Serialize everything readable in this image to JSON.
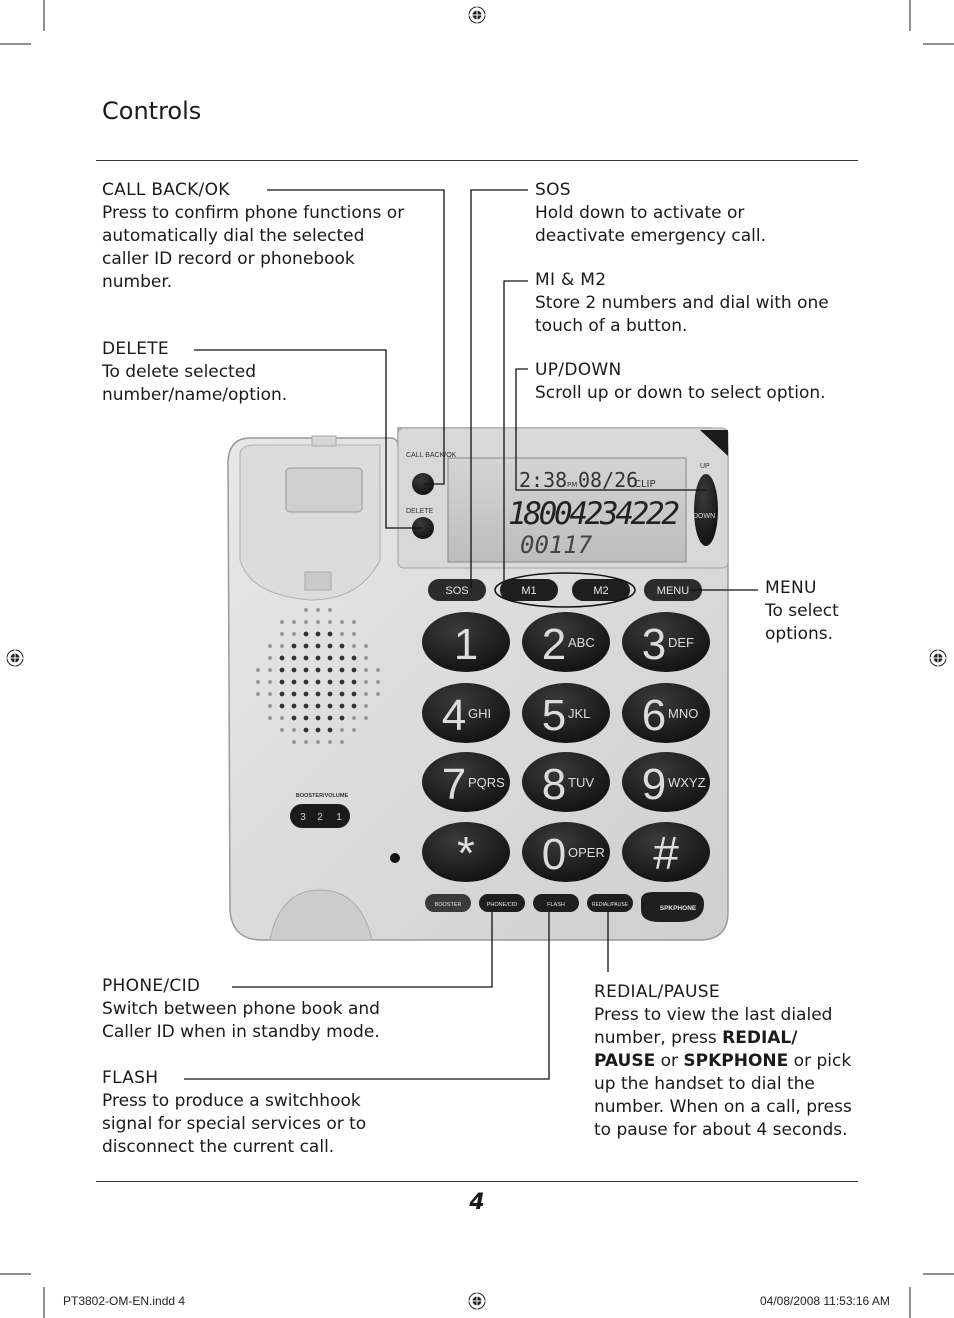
{
  "page": {
    "title": "Controls",
    "page_number": "4"
  },
  "labels": {
    "callback": {
      "head": "CALL BACK/OK",
      "body": "Press to confirm phone functions or automatically dial the selected caller ID record or phonebook number."
    },
    "delete": {
      "head": "DELETE",
      "body": "To delete selected number/name/option."
    },
    "sos": {
      "head": "SOS",
      "body": "Hold down to activate or deactivate emergency call."
    },
    "m1m2": {
      "head": "MI & M2",
      "body": "Store 2 numbers and dial with one touch of a button."
    },
    "updown": {
      "head": "UP/DOWN",
      "body": "Scroll up or down to select option."
    },
    "menu": {
      "head": "MENU",
      "body": "To select options."
    },
    "phonecid": {
      "head": "PHONE/CID",
      "body": "Switch between phone book and Caller ID when in standby mode."
    },
    "flash": {
      "head": "FLASH",
      "body": "Press to produce a switchhook signal for special services or to disconnect the current call."
    },
    "redial": {
      "head": "REDIAL/PAUSE",
      "body_1": "Press to view the last dialed number, press ",
      "bold_1": "REDIAL/ PAUSE",
      "body_2": " or ",
      "bold_2": "SPKPHONE",
      "body_3": " or pick up the handset to dial the number. When on a call, press to pause for about 4 seconds."
    }
  },
  "phone": {
    "top_buttons": {
      "callback": "CALL BACK/OK",
      "delete": "DELETE",
      "up": "UP",
      "down": "DOWN"
    },
    "display": {
      "line1": "2:38",
      "pm": "PM",
      "date": "08/26",
      "clip": "CLIP",
      "line2": "18004234222",
      "line3": "00117"
    },
    "function_row": {
      "sos": "SOS",
      "m1": "M1",
      "m2": "M2",
      "menu": "MENU"
    },
    "keys": [
      {
        "digit": "1",
        "letters": ""
      },
      {
        "digit": "2",
        "letters": "ABC"
      },
      {
        "digit": "3",
        "letters": "DEF"
      },
      {
        "digit": "4",
        "letters": "GHI"
      },
      {
        "digit": "5",
        "letters": "JKL"
      },
      {
        "digit": "6",
        "letters": "MNO"
      },
      {
        "digit": "7",
        "letters": "PQRS"
      },
      {
        "digit": "8",
        "letters": "TUV"
      },
      {
        "digit": "9",
        "letters": "WXYZ"
      },
      {
        "digit": "*",
        "letters": ""
      },
      {
        "digit": "0",
        "letters": "OPER"
      },
      {
        "digit": "#",
        "letters": ""
      }
    ],
    "booster": {
      "label": "BOOSTER/VOLUME",
      "levels": [
        "3",
        "2",
        "1"
      ]
    },
    "bottom_buttons": {
      "booster": "BOOSTER",
      "phonecid": "PHONE/CID",
      "flash": "FLASH",
      "redial": "REDIAL/PAUSE",
      "spkphone": "SPKPHONE"
    }
  },
  "slug": {
    "file": "PT3802-OM-EN.indd   4",
    "timestamp": "04/08/2008   11:53:16 AM"
  }
}
